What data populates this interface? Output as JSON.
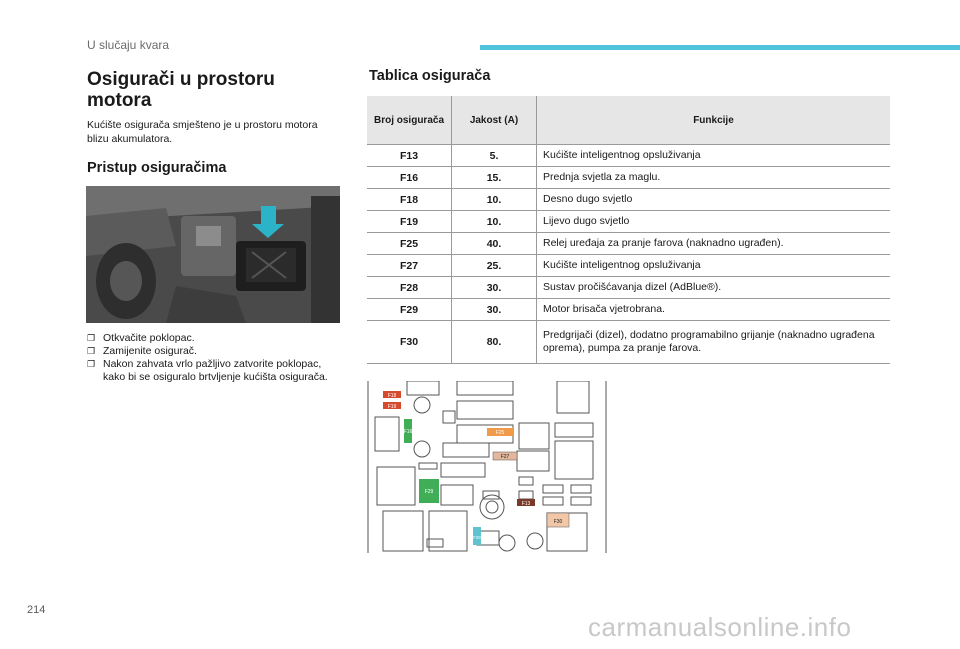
{
  "header": {
    "section": "U slučaju kvara",
    "accent_color": "#4fc3dc"
  },
  "left": {
    "title": "Osigurači u prostoru motora",
    "intro": "Kućište osigurača smješteno je u prostoru motora blizu akumulatora.",
    "subtitle": "Pristup osiguračima",
    "steps": [
      "Otkvačite poklopac.",
      "Zamijenite osigurač.",
      "Nakon zahvata vrlo pažljivo zatvorite poklopac, kako bi se osiguralo brtvljenje kućišta osigurača."
    ]
  },
  "right": {
    "title": "Tablica osigurača",
    "columns": [
      "Broj osigurača",
      "Jakost (A)",
      "Funkcije"
    ],
    "rows": [
      {
        "fuse": "F13",
        "amp": "5.",
        "func": "Kućište inteligentnog opsluživanja"
      },
      {
        "fuse": "F16",
        "amp": "15.",
        "func": "Prednja svjetla za maglu."
      },
      {
        "fuse": "F18",
        "amp": "10.",
        "func": "Desno dugo svjetlo"
      },
      {
        "fuse": "F19",
        "amp": "10.",
        "func": "Lijevo dugo svjetlo"
      },
      {
        "fuse": "F25",
        "amp": "40.",
        "func": "Relej uređaja za pranje farova (naknadno ugrađen)."
      },
      {
        "fuse": "F27",
        "amp": "25.",
        "func": "Kućište inteligentnog opsluživanja"
      },
      {
        "fuse": "F28",
        "amp": "30.",
        "func": "Sustav pročišćavanja dizel (AdBlue®)."
      },
      {
        "fuse": "F29",
        "amp": "30.",
        "func": "Motor brisača vjetrobrana."
      },
      {
        "fuse": "F30",
        "amp": "80.",
        "func": "Predgrijači (dizel), dodatno programabilno grijanje (naknadno ugrađena oprema), pumpa za pranje farova."
      }
    ],
    "diagram_labels": {
      "f18": "F18",
      "f19": "F19",
      "f16": "F16",
      "f25": "F25",
      "f27": "F27",
      "f29": "F29",
      "f13": "F13",
      "f30": "F30",
      "f28": "F28"
    }
  },
  "footer": {
    "page": "214",
    "watermark": "carmanualsonline.info"
  }
}
